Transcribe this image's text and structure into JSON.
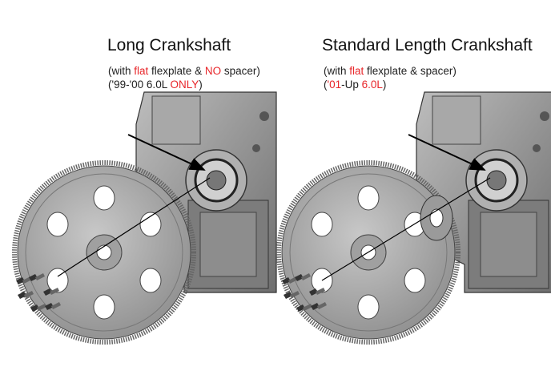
{
  "left": {
    "title": "Long Crankshaft",
    "line1": {
      "a": "(with ",
      "b": "flat",
      "c": " flexplate & ",
      "d": "NO",
      "e": " spacer)"
    },
    "line2": {
      "a": "('99-'00 6.0L ",
      "b": "ONLY",
      "c": ")"
    }
  },
  "right": {
    "title": "Standard Length Crankshaft",
    "line1": {
      "a": "(with ",
      "b": "flat",
      "c": " flexplate & spacer)"
    },
    "line2": {
      "a": "(",
      "b": "'01",
      "c": "-Up ",
      "d": "6.0L",
      "e": ")"
    }
  },
  "colors": {
    "accent": "#e8262a",
    "metal": "#9a9a9a",
    "dark": "#3a3a3a"
  }
}
